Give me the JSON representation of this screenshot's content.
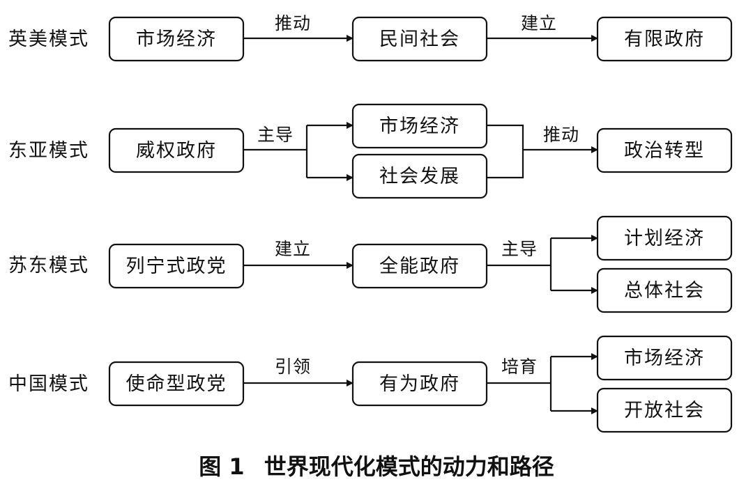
{
  "rows": [
    {
      "label": "英美模式",
      "nodes": {
        "source": "市场经济",
        "middle": [
          "民间社会"
        ],
        "targets": [
          "有限政府"
        ]
      },
      "edge_labels": {
        "first": "推动",
        "second": "建立"
      }
    },
    {
      "label": "东亚模式",
      "nodes": {
        "source": "威权政府",
        "middle": [
          "市场经济",
          "社会发展"
        ],
        "targets": [
          "政治转型"
        ]
      },
      "edge_labels": {
        "first": "主导",
        "second": "推动"
      }
    },
    {
      "label": "苏东模式",
      "nodes": {
        "source": "列宁式政党",
        "middle": [
          "全能政府"
        ],
        "targets": [
          "计划经济",
          "总体社会"
        ]
      },
      "edge_labels": {
        "first": "建立",
        "second": "主导"
      }
    },
    {
      "label": "中国模式",
      "nodes": {
        "source": "使命型政党",
        "middle": [
          "有为政府"
        ],
        "targets": [
          "市场经济",
          "开放社会"
        ]
      },
      "edge_labels": {
        "first": "引领",
        "second": "培育"
      }
    }
  ],
  "caption": {
    "number": "图 1",
    "title": "世界现代化模式的动力和路径"
  }
}
